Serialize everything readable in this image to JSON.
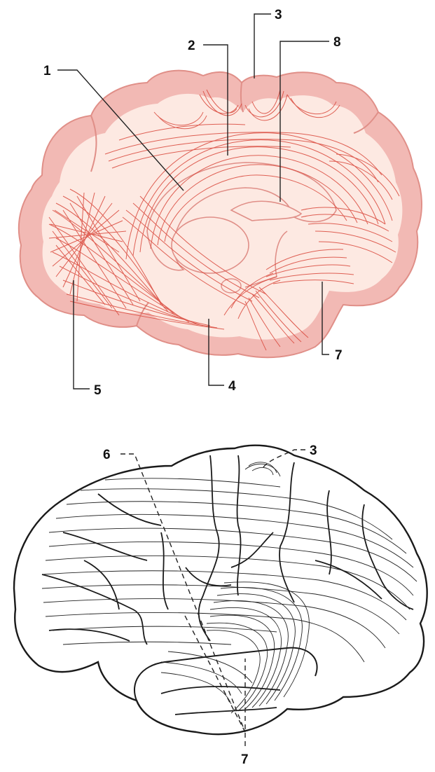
{
  "colors": {
    "cortex": "#f2b9b4",
    "cortex_edge": "#e08f88",
    "white_matter": "#fde9e2",
    "fiber_red": "#d9463a",
    "ink": "#1a1a1a"
  },
  "top_figure": {
    "labels": [
      "1",
      "2",
      "3",
      "8",
      "7",
      "5",
      "4"
    ]
  },
  "bottom_figure": {
    "labels": [
      "6",
      "3",
      "7"
    ]
  }
}
